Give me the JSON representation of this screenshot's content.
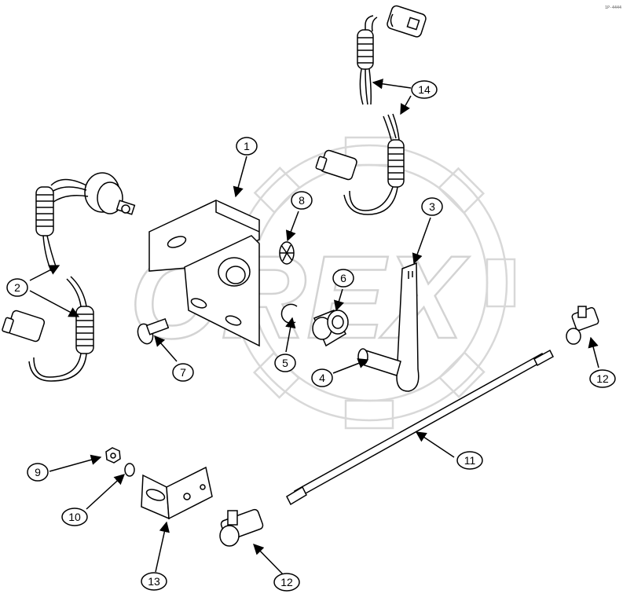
{
  "diagram": {
    "corner_code": "1P-4444",
    "watermark": "OREX",
    "callouts": [
      "1",
      "2",
      "3",
      "4",
      "5",
      "6",
      "7",
      "8",
      "9",
      "10",
      "11",
      "12",
      "12",
      "13",
      "14"
    ]
  }
}
